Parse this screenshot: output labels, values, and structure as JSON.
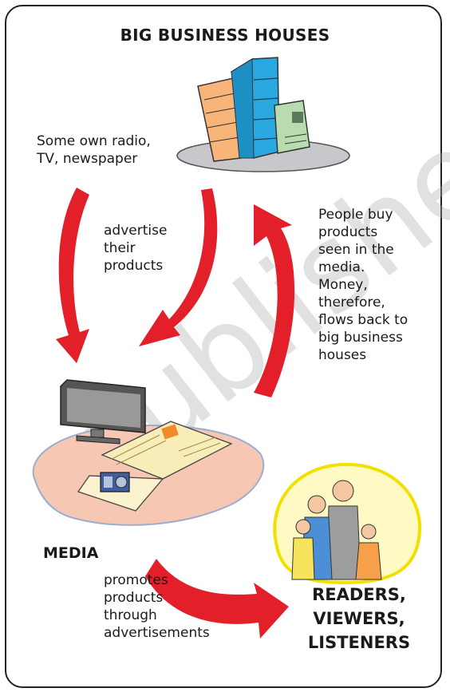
{
  "diagram": {
    "title": "BIG BUSINESS HOUSES",
    "note_own": [
      "Some own radio,",
      "TV, newspaper"
    ],
    "note_advertise": [
      "advertise",
      "their",
      "products"
    ],
    "note_money": [
      "People buy",
      "products",
      "seen in the",
      "media.",
      "Money,",
      "therefore,",
      "flows back to",
      "big business",
      "houses"
    ],
    "media_label": "MEDIA",
    "note_promotes": [
      "promotes",
      "products",
      "through",
      "advertisements"
    ],
    "audience_label": [
      "READERS,",
      "VIEWERS,",
      "LISTENERS"
    ],
    "watermark": "published",
    "colors": {
      "arrow": "#e3202a",
      "platform": "#f6c7b2",
      "building_orange": "#f7b57a",
      "building_blue": "#29a8e0",
      "building_green": "#b8dcb0",
      "ground": "#c8c8cc",
      "family_bg": "#fff9c4",
      "family_border": "#f2e000"
    }
  }
}
